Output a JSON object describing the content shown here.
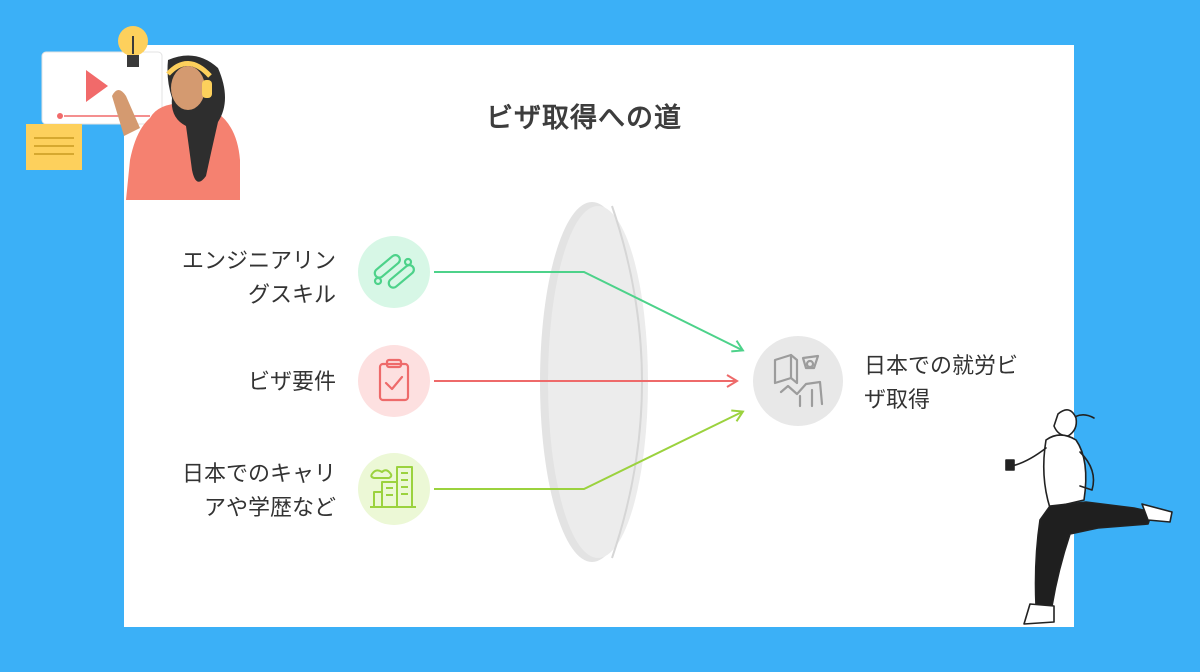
{
  "title": "ビザ取得への道",
  "inputs": [
    {
      "line1": "エンジニアリン",
      "line2": "グスキル",
      "icon": "tools-icon",
      "color": "#4dd28a",
      "bg": "#d7f7e6"
    },
    {
      "line1": "ビザ要件",
      "line2": "",
      "icon": "clipboard-check-icon",
      "color": "#ee6a6a",
      "bg": "#fde0e0"
    },
    {
      "line1": "日本でのキャリ",
      "line2": "アや学歴など",
      "icon": "city-buildings-icon",
      "color": "#9bd23e",
      "bg": "#ecf8d6"
    }
  ],
  "output": {
    "line1": "日本での就労ビ",
    "line2": "ザ取得",
    "icon": "work-visa-icon",
    "bg": "#e8e8e8"
  },
  "lens": {
    "color": "#e6e6e6"
  }
}
